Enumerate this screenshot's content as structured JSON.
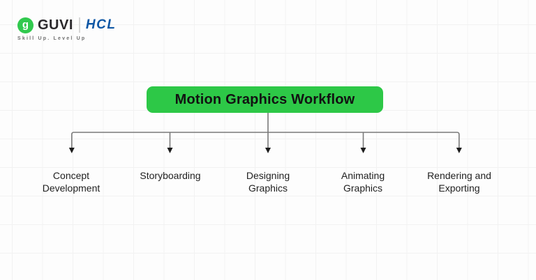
{
  "header": {
    "logo_glyph": "g",
    "brand": "GUVI",
    "partner": "HCL",
    "tagline": "Skill Up. Level Up"
  },
  "diagram": {
    "title": "Motion Graphics Workflow",
    "nodes": [
      {
        "label": "Concept Development"
      },
      {
        "label": "Storyboarding"
      },
      {
        "label": "Designing Graphics"
      },
      {
        "label": "Animating Graphics"
      },
      {
        "label": "Rendering and Exporting"
      }
    ]
  },
  "colors": {
    "accent_green": "#2dc847",
    "logo_green": "#31c94e",
    "hcl_blue": "#0e57a5",
    "line_gray": "#7a7a7a",
    "arrow_dark": "#1c1c1c",
    "label_dark": "#1f1f1f"
  }
}
